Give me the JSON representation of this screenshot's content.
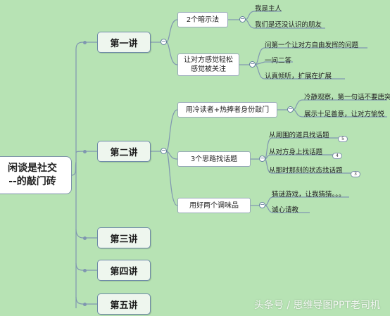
{
  "root": {
    "line1": "闲谈是社交",
    "line2": "--的敲门砖"
  },
  "lectures": [
    "第一讲",
    "第二讲",
    "第三讲",
    "第四讲",
    "第五讲"
  ],
  "lecture1": {
    "topic1": {
      "label": "2个暗示法",
      "leaves": [
        "我是主人",
        "我们是还没认识的朋友"
      ]
    },
    "topic2": {
      "line1": "让对方感觉轻松",
      "line2": "感觉被关注",
      "leaves": [
        "问第一个让对方自由发挥的问题",
        "一问二答",
        "认真倾听，扩展在扩展"
      ]
    }
  },
  "lecture2": {
    "topic1": {
      "label": "用冷读者+热捧者身份敲门",
      "leaves": [
        "冷静观察，第一句话不要唐突",
        "展示十足善意，让对方愉悦"
      ]
    },
    "topic2": {
      "label": "3个思路找话题",
      "leaves": [
        "从周围的道具找话题",
        "从对方身上找话题",
        "从那时那刻的状态找话题"
      ],
      "badges": [
        "5",
        "4",
        "3"
      ]
    },
    "topic3": {
      "label": "用好两个调味品",
      "leaves": [
        "猜谜游戏，让我猜猜。。。",
        "诚心请教"
      ]
    }
  },
  "toggle_symbol": "−",
  "watermark": "头条号 / 思维导图PPT老司机",
  "colors": {
    "background": "#b7e3b4",
    "connector": "#7f96b0"
  }
}
